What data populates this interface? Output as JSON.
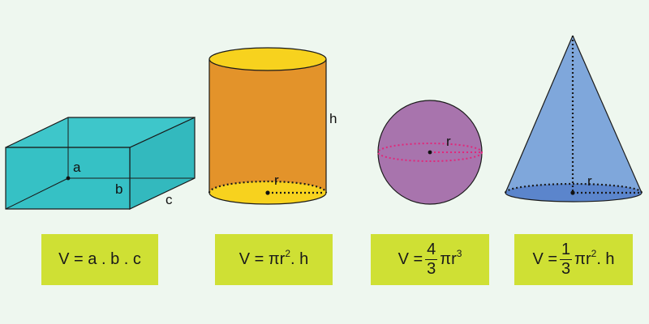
{
  "labels": {
    "prism_a": "a",
    "prism_b": "b",
    "prism_c": "c",
    "cylinder_h": "h",
    "cylinder_r": "r",
    "sphere_r": "r",
    "cone_r": "r"
  },
  "formulas": {
    "prism": "V = a . b . c",
    "cylinder": {
      "prefix": "V = ",
      "pi": "π",
      "r": "r",
      "exp": "2",
      "suffix": ". h"
    },
    "sphere": {
      "prefix": "V =",
      "num": "4",
      "den": "3",
      "pi": "π",
      "r": "r",
      "exp": "3"
    },
    "cone": {
      "prefix": "V =",
      "num": "1",
      "den": "3",
      "pi": "π",
      "r": "r",
      "exp": "2",
      "suffix": ". h"
    }
  },
  "colors": {
    "background": "#eef7ef",
    "prism": "#35bfc4",
    "cylinder_body": "#e3932a",
    "cylinder_cap": "#f7d21e",
    "sphere": "#a874ad",
    "sphere_equator": "#e0287a",
    "cone_body": "#7fa7db",
    "cone_base": "#5b85cc",
    "formula_box": "#cfe034"
  }
}
